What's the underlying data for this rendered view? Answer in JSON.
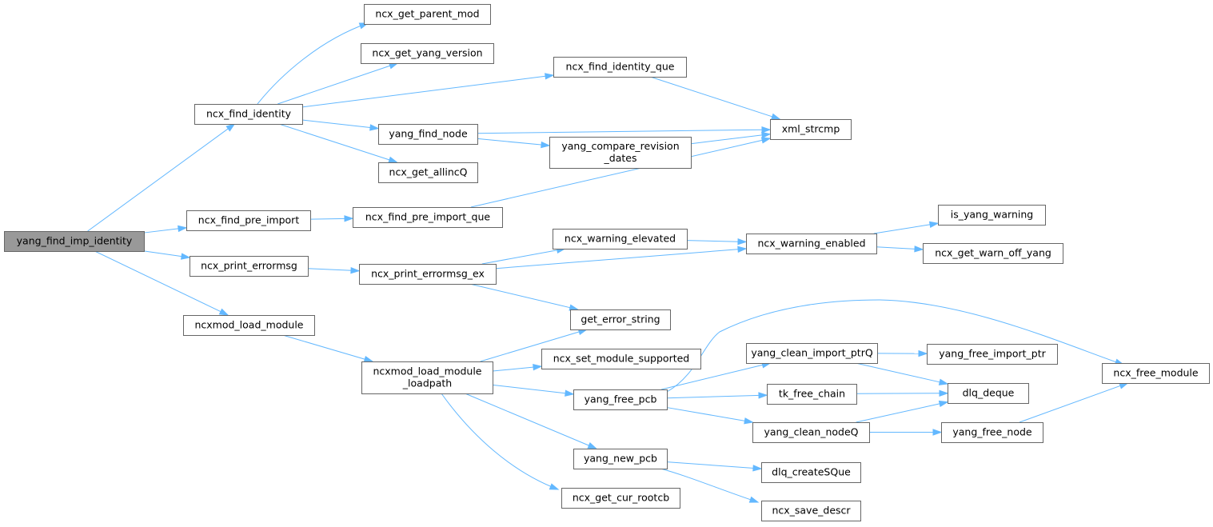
{
  "nodes": [
    {
      "id": "yang_find_imp_identity",
      "lines": [
        "yang_find_imp_identity"
      ],
      "root": true
    },
    {
      "id": "ncx_find_identity",
      "lines": [
        "ncx_find_identity"
      ]
    },
    {
      "id": "ncx_find_pre_import",
      "lines": [
        "ncx_find_pre_import"
      ]
    },
    {
      "id": "ncx_print_errormsg",
      "lines": [
        "ncx_print_errormsg"
      ]
    },
    {
      "id": "ncxmod_load_module",
      "lines": [
        "ncxmod_load_module"
      ]
    },
    {
      "id": "ncx_get_parent_mod",
      "lines": [
        "ncx_get_parent_mod"
      ]
    },
    {
      "id": "ncx_get_yang_version",
      "lines": [
        "ncx_get_yang_version"
      ]
    },
    {
      "id": "ncx_find_identity_que",
      "lines": [
        "ncx_find_identity_que"
      ]
    },
    {
      "id": "yang_find_node",
      "lines": [
        "yang_find_node"
      ]
    },
    {
      "id": "ncx_get_allincQ",
      "lines": [
        "ncx_get_allincQ"
      ]
    },
    {
      "id": "yang_compare_revision_dates",
      "lines": [
        "yang_compare_revision",
        "_dates"
      ]
    },
    {
      "id": "xml_strcmp",
      "lines": [
        "xml_strcmp"
      ]
    },
    {
      "id": "ncx_find_pre_import_que",
      "lines": [
        "ncx_find_pre_import_que"
      ]
    },
    {
      "id": "ncx_print_errormsg_ex",
      "lines": [
        "ncx_print_errormsg_ex"
      ]
    },
    {
      "id": "ncx_warning_elevated",
      "lines": [
        "ncx_warning_elevated"
      ]
    },
    {
      "id": "ncx_warning_enabled",
      "lines": [
        "ncx_warning_enabled"
      ]
    },
    {
      "id": "is_yang_warning",
      "lines": [
        "is_yang_warning"
      ]
    },
    {
      "id": "ncx_get_warn_off_yang",
      "lines": [
        "ncx_get_warn_off_yang"
      ]
    },
    {
      "id": "get_error_string",
      "lines": [
        "get_error_string"
      ]
    },
    {
      "id": "ncxmod_load_module_loadpath",
      "lines": [
        "ncxmod_load_module",
        "_loadpath"
      ]
    },
    {
      "id": "ncx_set_module_supported",
      "lines": [
        "ncx_set_module_supported"
      ]
    },
    {
      "id": "yang_free_pcb",
      "lines": [
        "yang_free_pcb"
      ]
    },
    {
      "id": "yang_new_pcb",
      "lines": [
        "yang_new_pcb"
      ]
    },
    {
      "id": "ncx_get_cur_rootcb",
      "lines": [
        "ncx_get_cur_rootcb"
      ]
    },
    {
      "id": "yang_clean_import_ptrQ",
      "lines": [
        "yang_clean_import_ptrQ"
      ]
    },
    {
      "id": "tk_free_chain",
      "lines": [
        "tk_free_chain"
      ]
    },
    {
      "id": "yang_clean_nodeQ",
      "lines": [
        "yang_clean_nodeQ"
      ]
    },
    {
      "id": "dlq_createSQue",
      "lines": [
        "dlq_createSQue"
      ]
    },
    {
      "id": "ncx_save_descr",
      "lines": [
        "ncx_save_descr"
      ]
    },
    {
      "id": "yang_free_import_ptr",
      "lines": [
        "yang_free_import_ptr"
      ]
    },
    {
      "id": "dlq_deque",
      "lines": [
        "dlq_deque"
      ]
    },
    {
      "id": "yang_free_node",
      "lines": [
        "yang_free_node"
      ]
    },
    {
      "id": "ncx_free_module",
      "lines": [
        "ncx_free_module"
      ]
    }
  ],
  "edges": [
    [
      "yang_find_imp_identity",
      "ncx_find_identity"
    ],
    [
      "yang_find_imp_identity",
      "ncx_find_pre_import"
    ],
    [
      "yang_find_imp_identity",
      "ncx_print_errormsg"
    ],
    [
      "yang_find_imp_identity",
      "ncxmod_load_module"
    ],
    [
      "ncx_find_identity",
      "ncx_get_parent_mod"
    ],
    [
      "ncx_find_identity",
      "ncx_get_yang_version"
    ],
    [
      "ncx_find_identity",
      "ncx_find_identity_que"
    ],
    [
      "ncx_find_identity",
      "yang_find_node"
    ],
    [
      "ncx_find_identity",
      "ncx_get_allincQ"
    ],
    [
      "ncx_find_identity_que",
      "xml_strcmp"
    ],
    [
      "yang_find_node",
      "xml_strcmp"
    ],
    [
      "yang_find_node",
      "yang_compare_revision_dates"
    ],
    [
      "yang_compare_revision_dates",
      "xml_strcmp"
    ],
    [
      "ncx_find_pre_import",
      "ncx_find_pre_import_que"
    ],
    [
      "ncx_find_pre_import_que",
      "xml_strcmp"
    ],
    [
      "ncx_print_errormsg",
      "ncx_print_errormsg_ex"
    ],
    [
      "ncx_print_errormsg_ex",
      "ncx_warning_elevated"
    ],
    [
      "ncx_print_errormsg_ex",
      "ncx_warning_enabled"
    ],
    [
      "ncx_print_errormsg_ex",
      "get_error_string"
    ],
    [
      "ncx_warning_elevated",
      "ncx_warning_enabled"
    ],
    [
      "ncx_warning_enabled",
      "is_yang_warning"
    ],
    [
      "ncx_warning_enabled",
      "ncx_get_warn_off_yang"
    ],
    [
      "ncxmod_load_module",
      "ncxmod_load_module_loadpath"
    ],
    [
      "ncxmod_load_module_loadpath",
      "get_error_string"
    ],
    [
      "ncxmod_load_module_loadpath",
      "ncx_set_module_supported"
    ],
    [
      "ncxmod_load_module_loadpath",
      "yang_free_pcb"
    ],
    [
      "ncxmod_load_module_loadpath",
      "yang_new_pcb"
    ],
    [
      "ncxmod_load_module_loadpath",
      "ncx_get_cur_rootcb"
    ],
    [
      "yang_free_pcb",
      "ncx_free_module"
    ],
    [
      "yang_free_pcb",
      "yang_clean_import_ptrQ"
    ],
    [
      "yang_free_pcb",
      "tk_free_chain"
    ],
    [
      "yang_free_pcb",
      "yang_clean_nodeQ"
    ],
    [
      "yang_clean_import_ptrQ",
      "yang_free_import_ptr"
    ],
    [
      "yang_clean_import_ptrQ",
      "dlq_deque"
    ],
    [
      "tk_free_chain",
      "dlq_deque"
    ],
    [
      "yang_clean_nodeQ",
      "dlq_deque"
    ],
    [
      "yang_clean_nodeQ",
      "yang_free_node"
    ],
    [
      "yang_free_node",
      "ncx_free_module"
    ],
    [
      "yang_new_pcb",
      "dlq_createSQue"
    ],
    [
      "yang_new_pcb",
      "ncx_save_descr"
    ]
  ]
}
